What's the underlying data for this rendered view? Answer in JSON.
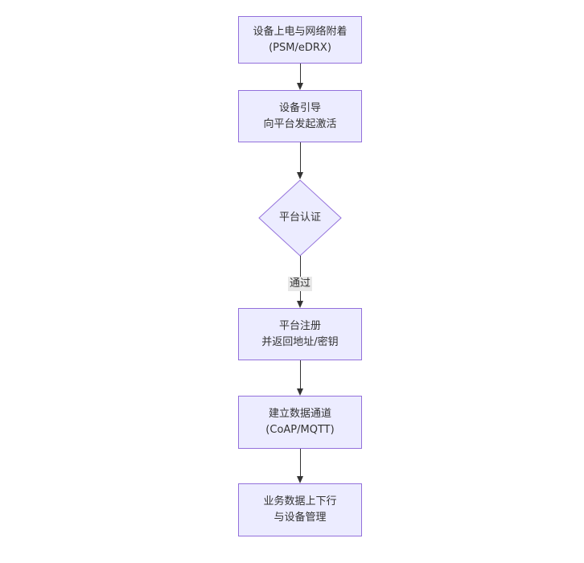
{
  "flowchart": {
    "direction": "top-down",
    "colors": {
      "fill": "#ECECFF",
      "stroke": "#9370DB",
      "text": "#333333",
      "line": "#333333",
      "labelbg": "#e8e8e8"
    },
    "nodes": [
      {
        "id": "power-attach",
        "shape": "rect",
        "lines": [
          "设备上电与网络附着",
          "(PSM/eDRX)"
        ]
      },
      {
        "id": "device-bootstrap",
        "shape": "rect",
        "lines": [
          "设备引导",
          "向平台发起激活"
        ]
      },
      {
        "id": "platform-auth",
        "shape": "diamond",
        "lines": [
          "平台认证"
        ]
      },
      {
        "id": "platform-register",
        "shape": "rect",
        "lines": [
          "平台注册",
          "并返回地址/密钥"
        ]
      },
      {
        "id": "data-channel",
        "shape": "rect",
        "lines": [
          "建立数据通道",
          "(CoAP/MQTT)"
        ]
      },
      {
        "id": "business-data",
        "shape": "rect",
        "lines": [
          "业务数据上下行",
          "与设备管理"
        ]
      }
    ],
    "edges": [
      {
        "from": "power-attach",
        "to": "device-bootstrap",
        "label": ""
      },
      {
        "from": "device-bootstrap",
        "to": "platform-auth",
        "label": ""
      },
      {
        "from": "platform-auth",
        "to": "platform-register",
        "label": "通过"
      },
      {
        "from": "platform-register",
        "to": "data-channel",
        "label": ""
      },
      {
        "from": "data-channel",
        "to": "business-data",
        "label": ""
      }
    ]
  }
}
